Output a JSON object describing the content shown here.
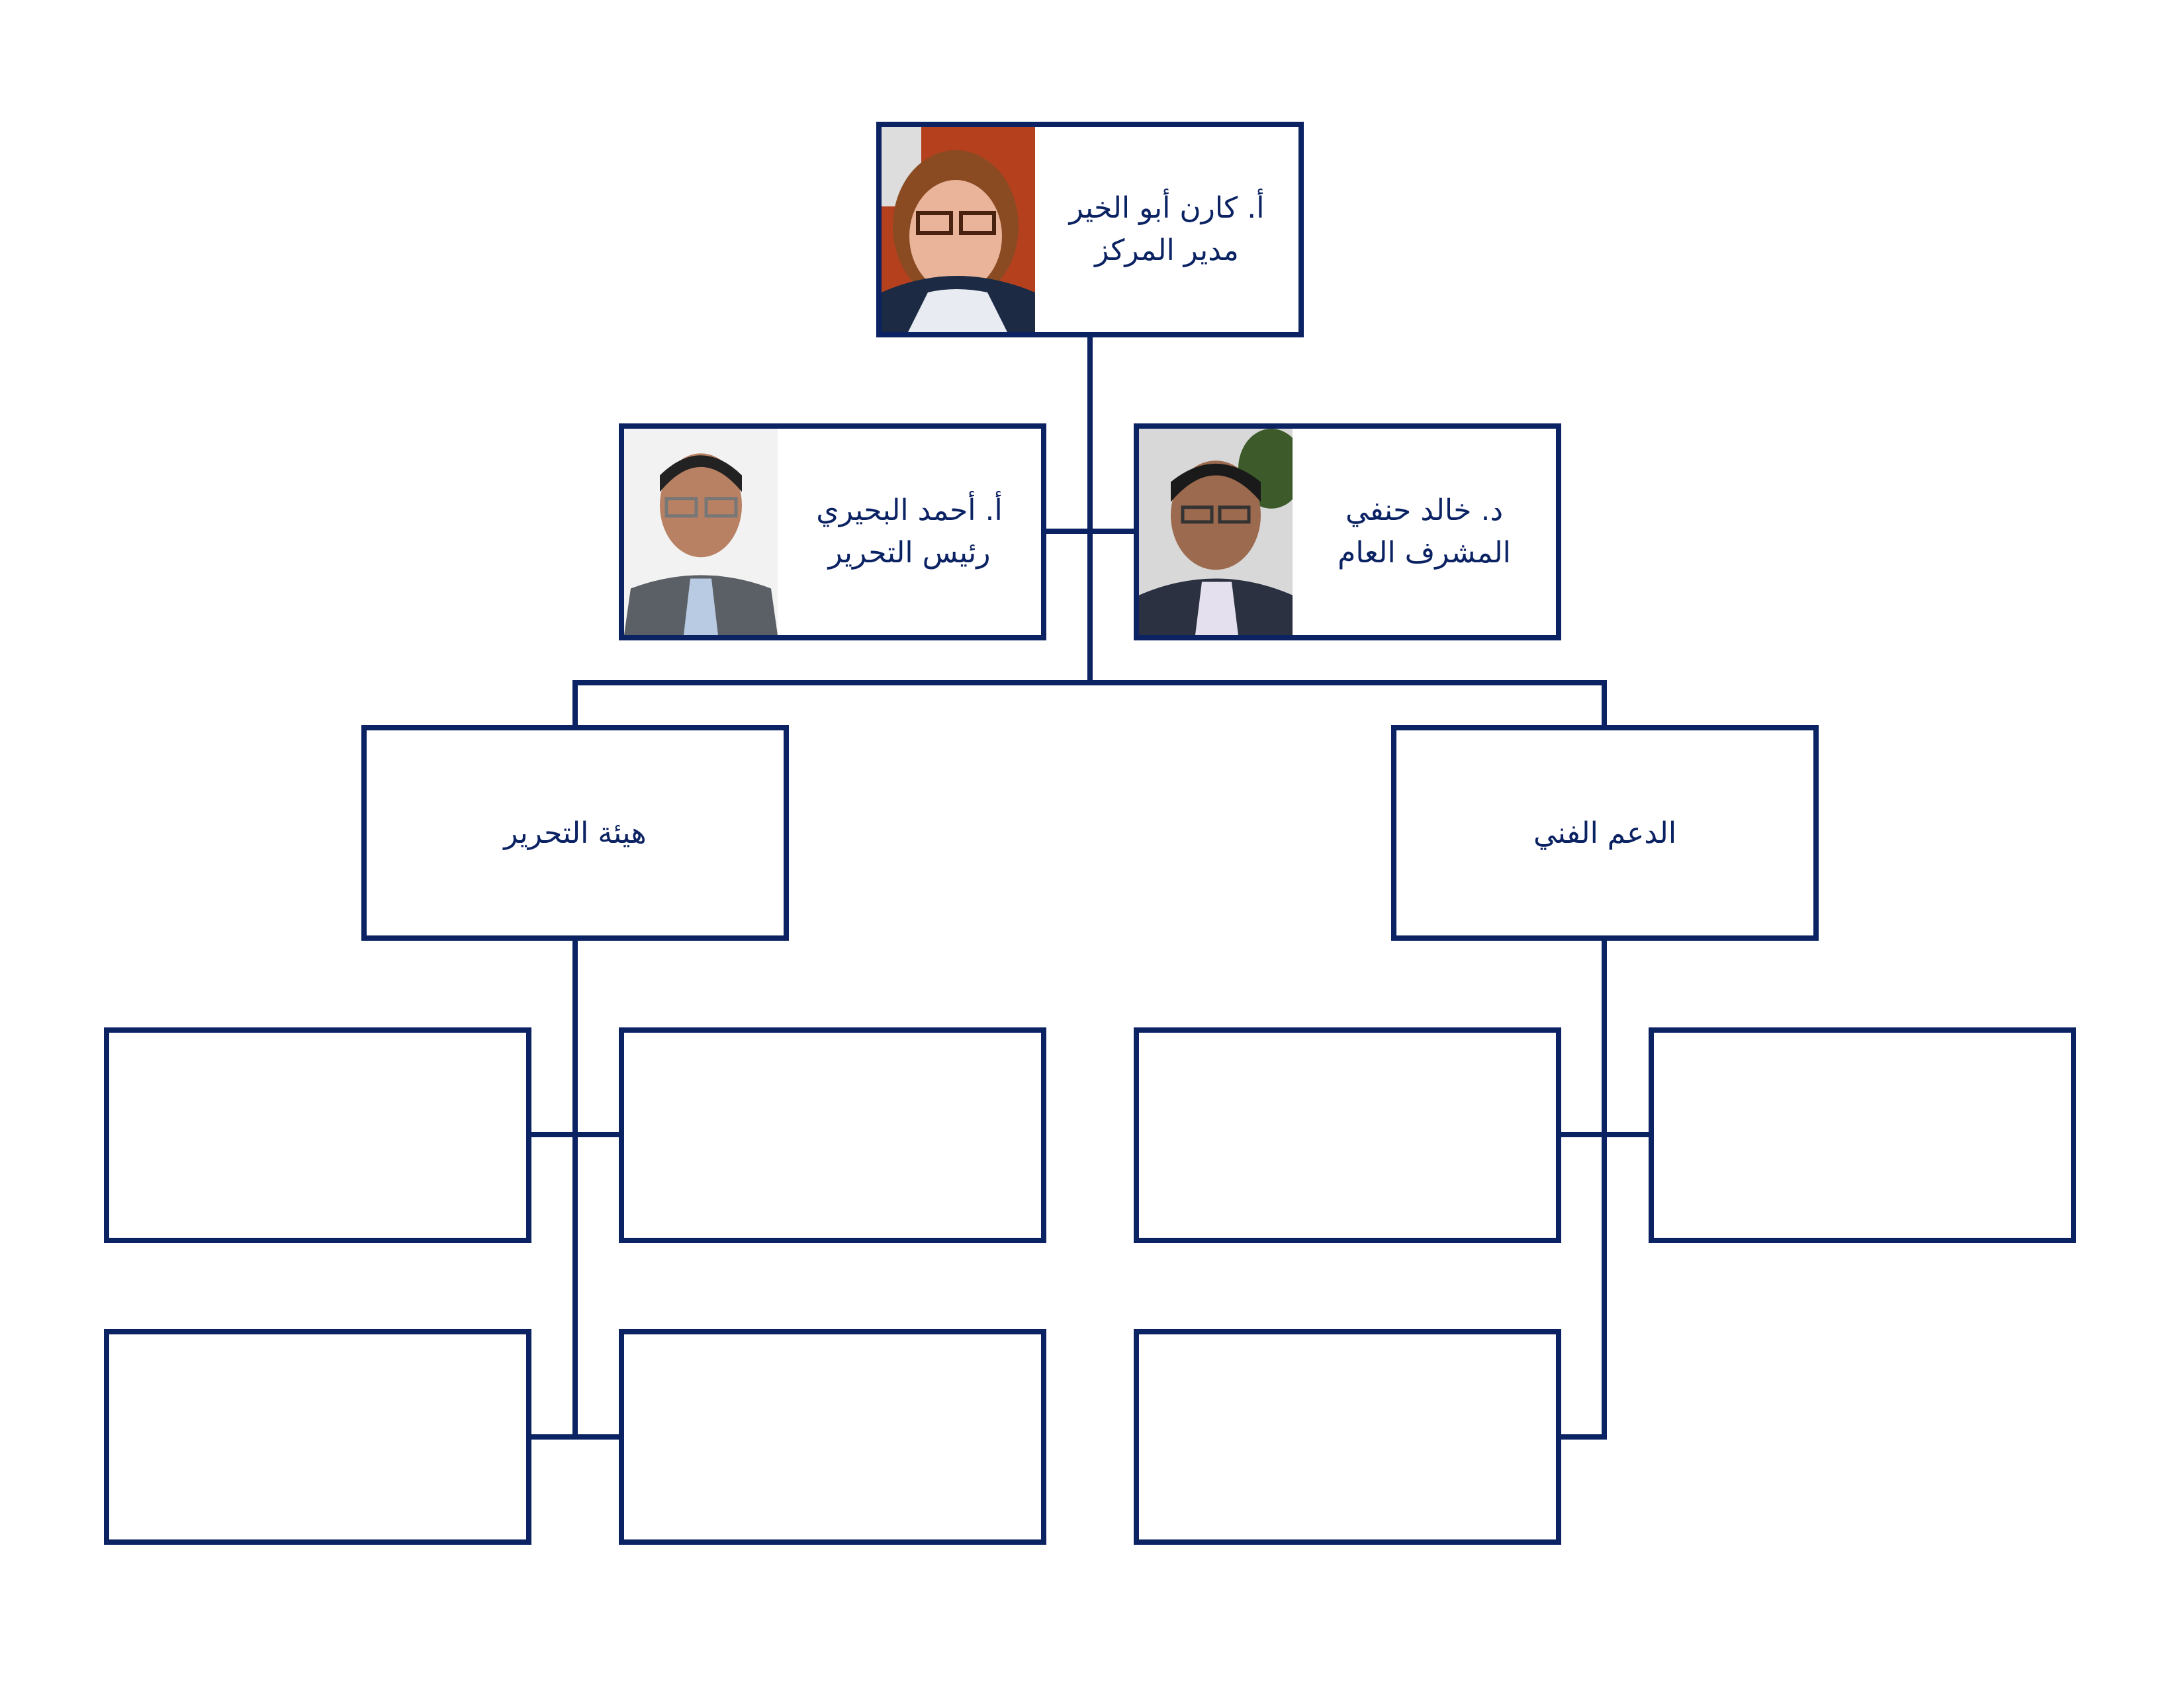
{
  "chart_title": "",
  "line_color": "#0b2263",
  "director": {
    "name": "أ. كارن أبو الخير",
    "role": "مدير المركز",
    "photo": "portrait-woman-glasses"
  },
  "editor_in_chief": {
    "name": "أ. أحمد البحيري",
    "role": "رئيس التحرير",
    "photo": "portrait-man-glasses-suit"
  },
  "general_supervisor": {
    "name": "د. خالد حنفي",
    "role": "المشرف العام",
    "photo": "portrait-man-glasses"
  },
  "departments": [
    {
      "name": "هيئة التحرير"
    },
    {
      "name": "الدعم الفني"
    }
  ]
}
